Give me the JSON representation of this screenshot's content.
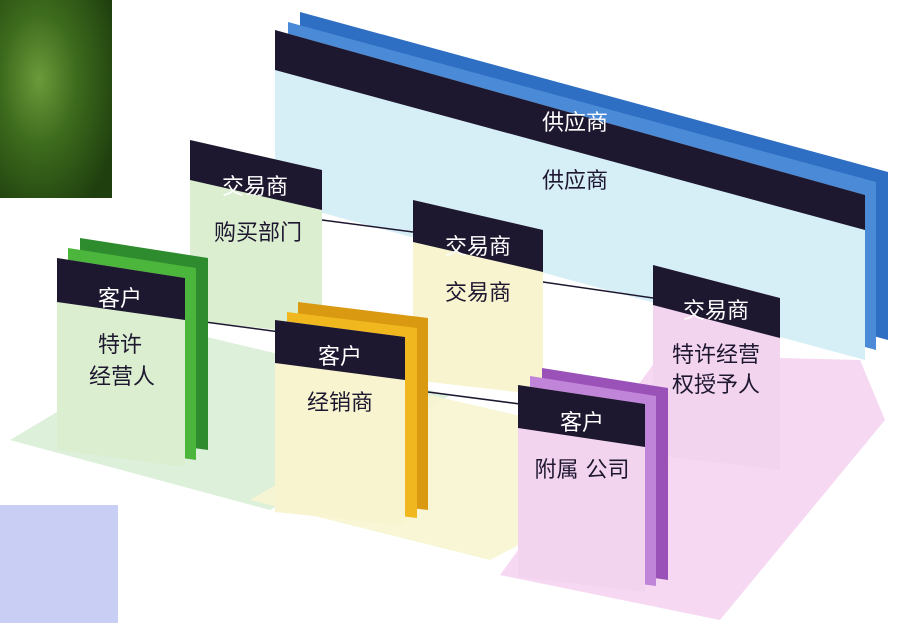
{
  "supplier": {
    "header": "供应商",
    "body": "供应商",
    "colors": {
      "header": "#1e1730",
      "body": "#d6eef6",
      "stack": [
        "#2e6fc4",
        "#4a8ad6"
      ]
    }
  },
  "traders": [
    {
      "header": "交易商",
      "body": [
        "购买部门"
      ],
      "color": "#dbeed0"
    },
    {
      "header": "交易商",
      "body": [
        "交易商"
      ],
      "color": "#f7f4cf"
    },
    {
      "header": "交易商",
      "body": [
        "特许经营",
        "权授予人"
      ],
      "color": "#f3d4ef"
    }
  ],
  "customers": [
    {
      "header": "客户",
      "body": [
        "特许",
        "经营人"
      ],
      "color": "#dbeed0",
      "stack": [
        "#2e8b2e",
        "#4cb53c"
      ]
    },
    {
      "header": "客户",
      "body": [
        "经销商"
      ],
      "color": "#f7f4cf",
      "stack": [
        "#d99a12",
        "#f0b81e"
      ]
    },
    {
      "header": "客户",
      "body": [
        "附属 公司"
      ],
      "color": "#f3d4ef",
      "stack": [
        "#9a52b8",
        "#c085d8"
      ]
    }
  ],
  "colors": {
    "floor_green": "#d8eed6",
    "floor_yellow": "#f8f5d2",
    "floor_pink": "#f5d6f2",
    "card_header": "#1e1730",
    "corner_photo": "#3b6b1c",
    "corner_block": "#c9cef4"
  }
}
